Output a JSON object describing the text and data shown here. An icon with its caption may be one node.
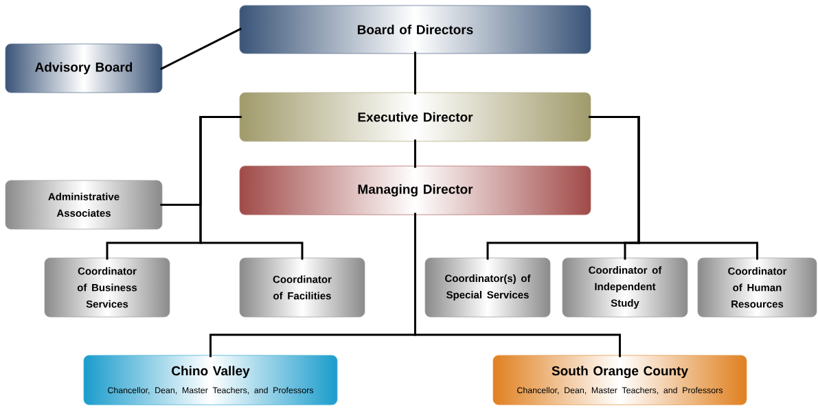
{
  "diagram": {
    "nodes": [
      {
        "text": [
          "Board of Directors"
        ]
      },
      {
        "text": [
          "Advisory Board"
        ]
      },
      {
        "text": [
          "Executive Director"
        ]
      },
      {
        "text": [
          "Managing Director"
        ]
      },
      {
        "text": [
          "Administrative Associates"
        ]
      },
      {
        "text": [
          "Coordinator of Business Services"
        ]
      },
      {
        "text": [
          "Coordinator of Facilities"
        ]
      },
      {
        "text": [
          "Coordinator(s) of Special Services"
        ]
      },
      {
        "text": [
          "Coordinator of Independent Study"
        ]
      },
      {
        "text": [
          "Coordinator of Human Resources"
        ]
      },
      {
        "text": [
          "Chino Valley",
          "Chancellor, Dean, Master Teachers, and Professors"
        ]
      },
      {
        "text": [
          "South Orange County",
          "Chancellor, Dean, Master Teachers, and Professors"
        ]
      }
    ],
    "edges": [
      {
        "from": 0,
        "to": 1,
        "arrow": "none"
      },
      {
        "from": 0,
        "to": 2,
        "arrow": "none"
      },
      {
        "from": 2,
        "to": 3,
        "arrow": "none"
      },
      {
        "from": 2,
        "to": 4,
        "arrow": "none"
      },
      {
        "from": 2,
        "to": 5,
        "arrow": "none"
      },
      {
        "from": 2,
        "to": 6,
        "arrow": "none"
      },
      {
        "from": 2,
        "to": 7,
        "arrow": "none"
      },
      {
        "from": 2,
        "to": 8,
        "arrow": "none"
      },
      {
        "from": 2,
        "to": 9,
        "arrow": "none"
      },
      {
        "from": 3,
        "to": 10,
        "arrow": "none"
      },
      {
        "from": 3,
        "to": 11,
        "arrow": "none"
      }
    ]
  }
}
